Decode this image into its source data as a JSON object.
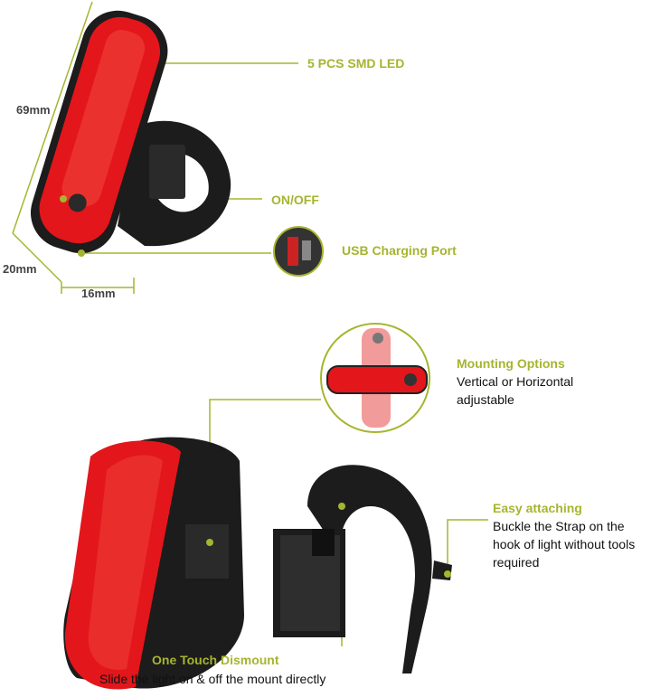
{
  "colors": {
    "accent": "#a6b52f",
    "light_red": "#e3161b",
    "body_black": "#1c1c1c"
  },
  "dimensions": {
    "length": "69mm",
    "depth": "20mm",
    "width": "16mm"
  },
  "callouts": {
    "led": "5 PCS SMD LED",
    "onoff": "ON/OFF",
    "usb": "USB Charging Port",
    "mounting_title": "Mounting Options",
    "mounting_desc_1": "Vertical or Horizontal",
    "mounting_desc_2": "adjustable",
    "easy_title": "Easy attaching",
    "easy_desc_1": "Buckle the Strap on the",
    "easy_desc_2": "hook of light without tools",
    "easy_desc_3": "required",
    "dismount_title": "One Touch Dismount",
    "dismount_desc": "Slide the light on & off the mount directly"
  }
}
